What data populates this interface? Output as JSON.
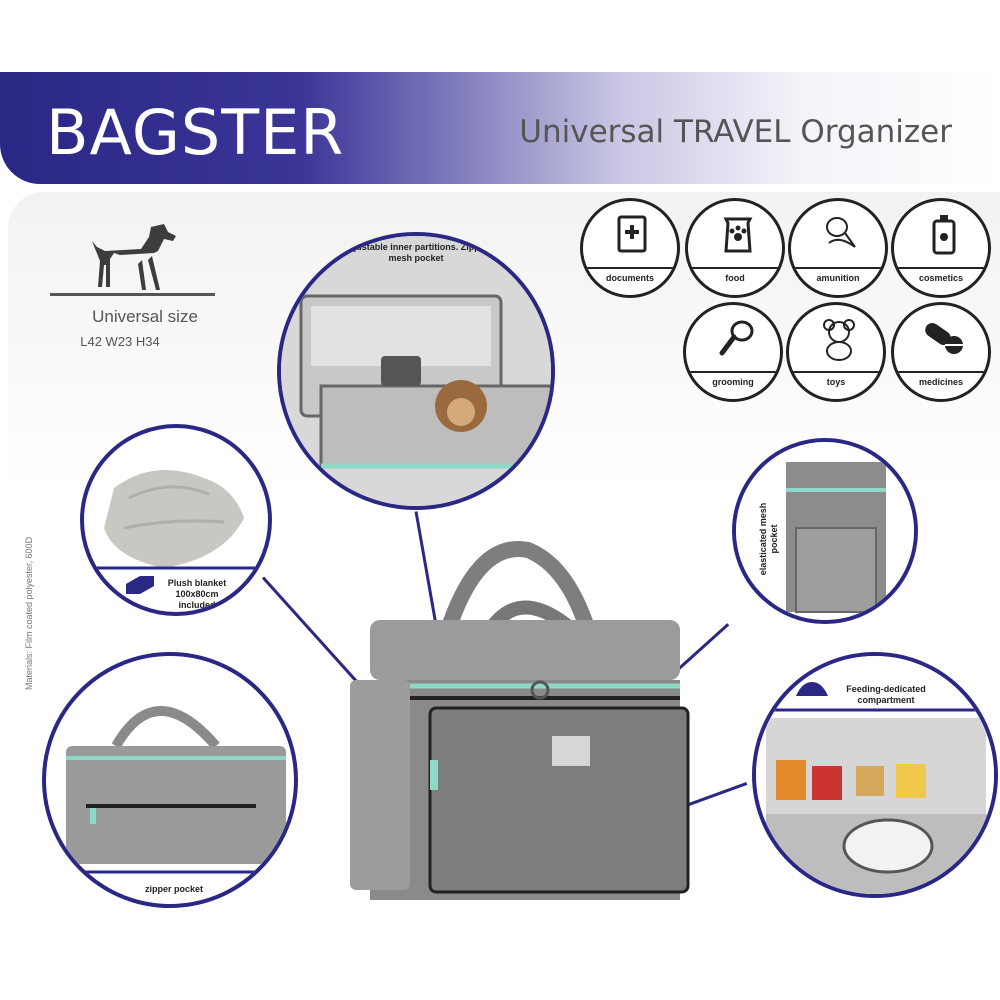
{
  "header": {
    "brand": "BAGSTER",
    "subtitle": "Universal TRAVEL Organizer"
  },
  "size": {
    "label": "Universal size",
    "dims": "L42 W23 H34"
  },
  "materials": "Materials: Film coated polyester, 600D",
  "icons": [
    {
      "label": "documents",
      "icon": "document-icon"
    },
    {
      "label": "food",
      "icon": "food-bag-icon"
    },
    {
      "label": "amunition",
      "icon": "leash-icon"
    },
    {
      "label": "cosmetics",
      "icon": "bottle-icon"
    },
    {
      "label": "grooming",
      "icon": "brush-icon"
    },
    {
      "label": "toys",
      "icon": "teddy-bear-icon"
    },
    {
      "label": "medicines",
      "icon": "pills-icon"
    }
  ],
  "features": {
    "partitions": "Adjustable inner partitions. Zipped mesh pocket",
    "blanket": "Plush blanket 100x80cm included",
    "side_pocket": "elasticated mesh pocket",
    "zipper_pocket": "zipper pocket",
    "feeding": "Feeding-dedicated compartment"
  },
  "colors": {
    "brand": "#2b2785",
    "accent": "#8fd9c7",
    "bag_gray": "#8a8a8a"
  }
}
